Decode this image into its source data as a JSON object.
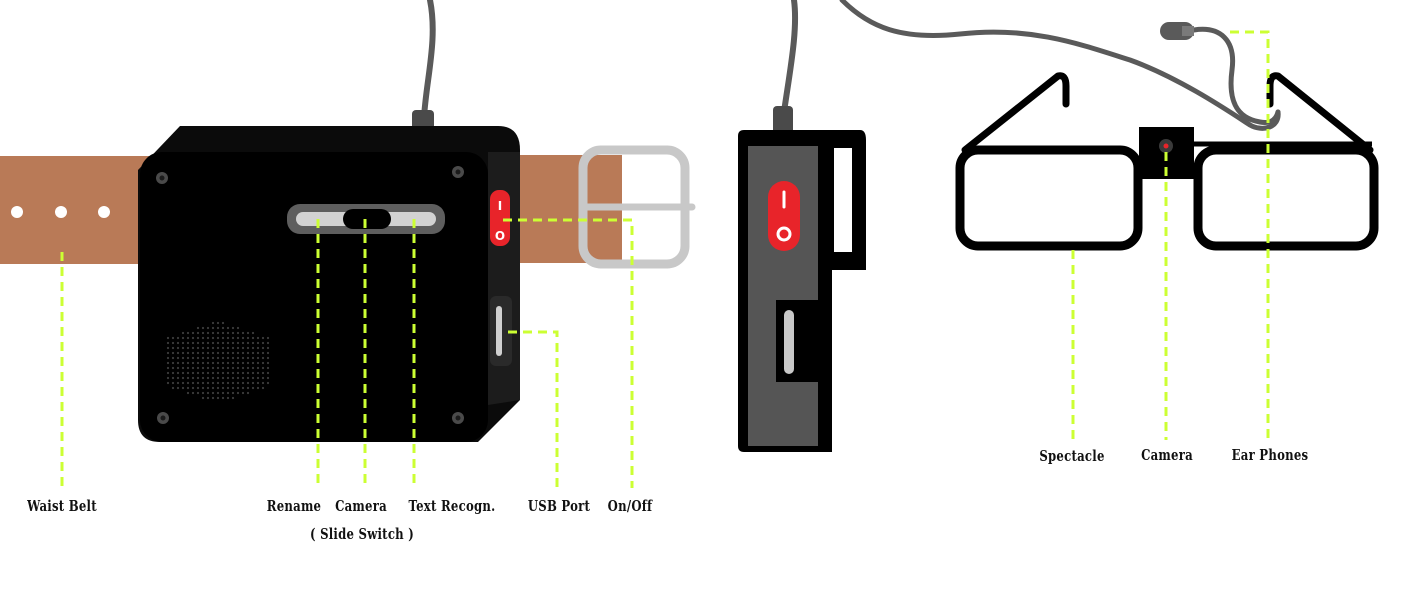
{
  "colors": {
    "belt": "#b97a57",
    "device": "#0b0b0b",
    "device_side": "#555555",
    "switch_red": "#e8242a",
    "callout": "#ccff33",
    "buckle": "#c8c8c8",
    "cable": "#5a5a5a"
  },
  "switch_symbols": {
    "on": "I",
    "off": "O"
  },
  "labels": {
    "waist_belt": "Waist Belt",
    "rename": "Rename",
    "camera_switch": "Camera",
    "text_recogn": "Text Recogn.",
    "slide_switch": "( Slide Switch )",
    "usb_port": "USB Port",
    "on_off": "On/Off",
    "spectacle": "Spectacle",
    "camera_glasses": "Camera",
    "ear_phones": "Ear Phones"
  }
}
